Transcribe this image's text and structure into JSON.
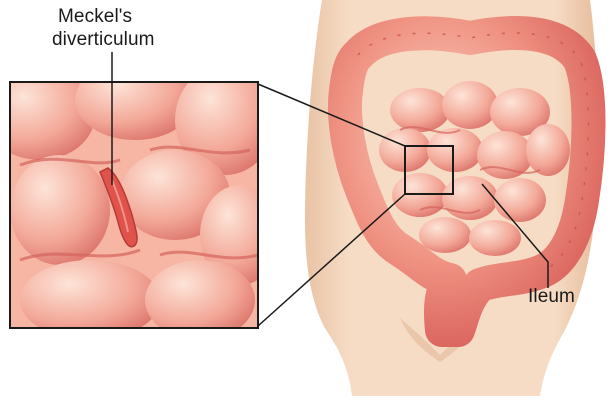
{
  "labels": {
    "meckel_line1": "Meckel's",
    "meckel_line2": "diverticulum",
    "ileum": "Ileum"
  },
  "colors": {
    "skin": "#f4d8bf",
    "skin_shadow": "#e6bd9d",
    "intestine": "#ef8a7c",
    "intestine_dark": "#d9594f",
    "intestine_light": "#f9c3b3",
    "diverticulum": "#e0524c",
    "line": "#1a1a1a"
  }
}
